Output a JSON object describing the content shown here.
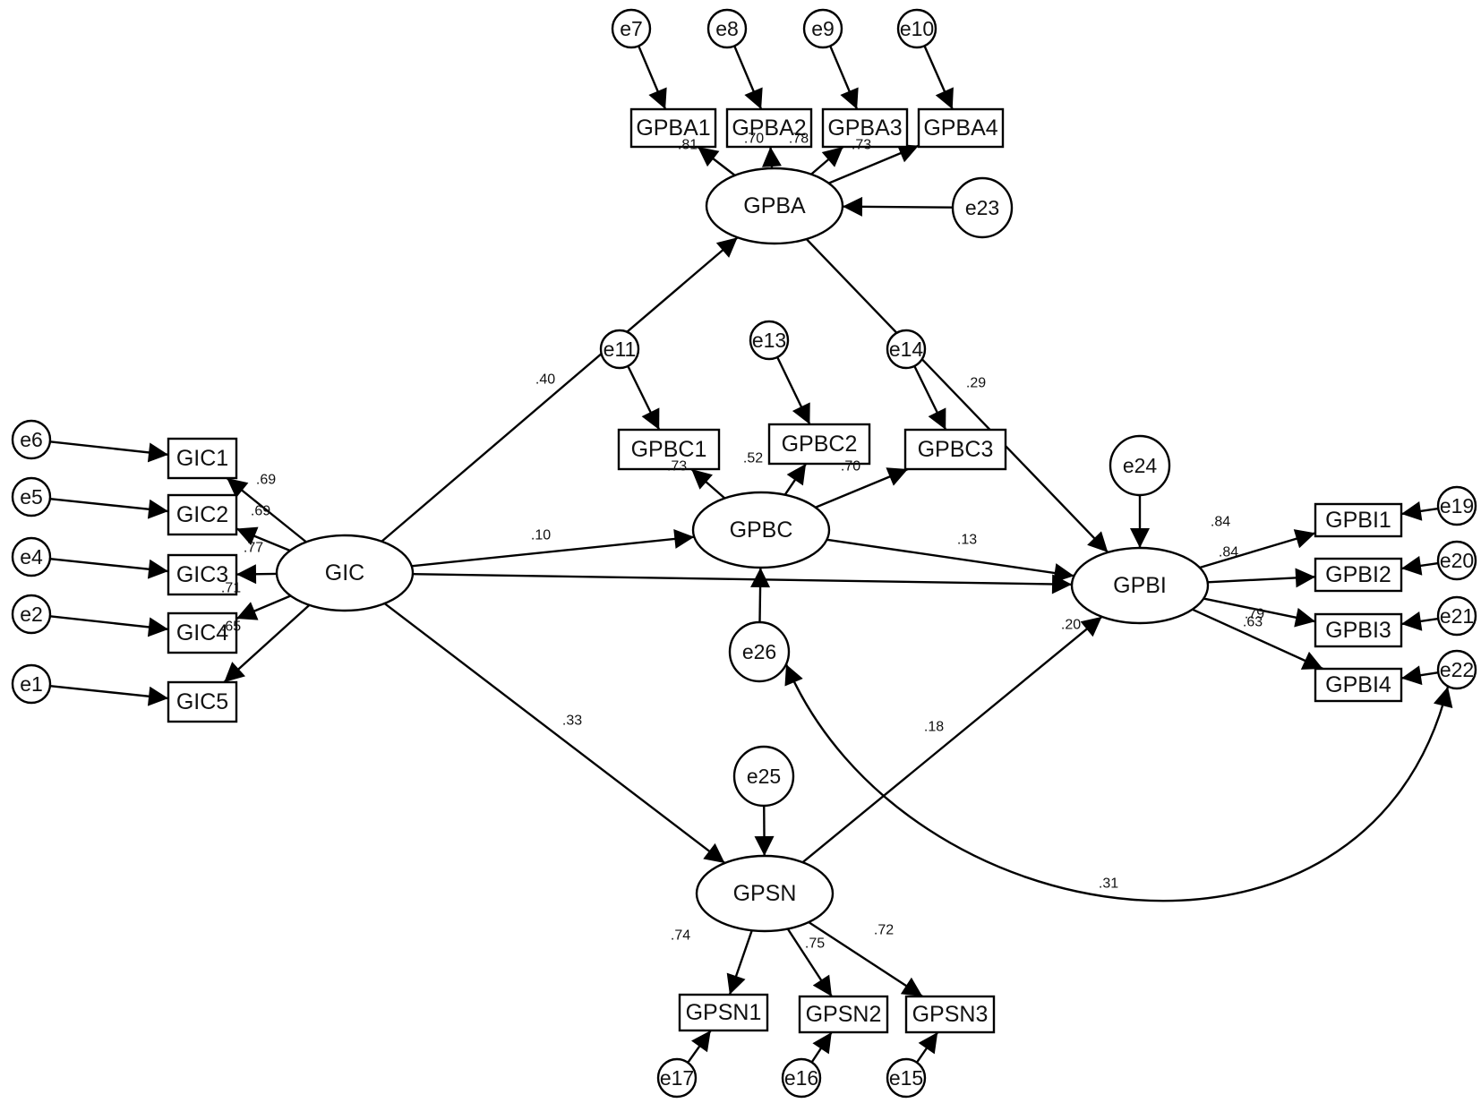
{
  "latent": {
    "GIC": "GIC",
    "GPBA": "GPBA",
    "GPBC": "GPBC",
    "GPSN": "GPSN",
    "GPBI": "GPBI"
  },
  "indicators": {
    "GIC1": "GIC1",
    "GIC2": "GIC2",
    "GIC3": "GIC3",
    "GIC4": "GIC4",
    "GIC5": "GIC5",
    "GPBA1": "GPBA1",
    "GPBA2": "GPBA2",
    "GPBA3": "GPBA3",
    "GPBA4": "GPBA4",
    "GPBC1": "GPBC1",
    "GPBC2": "GPBC2",
    "GPBC3": "GPBC3",
    "GPSN1": "GPSN1",
    "GPSN2": "GPSN2",
    "GPSN3": "GPSN3",
    "GPBI1": "GPBI1",
    "GPBI2": "GPBI2",
    "GPBI3": "GPBI3",
    "GPBI4": "GPBI4"
  },
  "errors": {
    "e1": "e1",
    "e2": "e2",
    "e4": "e4",
    "e5": "e5",
    "e6": "e6",
    "e7": "e7",
    "e8": "e8",
    "e9": "e9",
    "e10": "e10",
    "e11": "e11",
    "e13": "e13",
    "e14": "e14",
    "e15": "e15",
    "e16": "e16",
    "e17": "e17",
    "e19": "e19",
    "e20": "e20",
    "e21": "e21",
    "e22": "e22",
    "e23": "e23",
    "e24": "e24",
    "e25": "e25",
    "e26": "e26"
  },
  "loadings": {
    "GIC1": ".69",
    "GIC2": ".69",
    "GIC3": ".77",
    "GIC4": ".71",
    "GIC5": ".65",
    "GPBA1": ".81",
    "GPBA2": ".70",
    "GPBA3": ".78",
    "GPBA4": ".73",
    "GPBC1": ".73",
    "GPBC2": ".52",
    "GPBC3": ".70",
    "GPSN1": ".74",
    "GPSN2": ".75",
    "GPSN3": ".72",
    "GPBI1": ".84",
    "GPBI2": ".84",
    "GPBI3": ".79",
    "GPBI4": ".63"
  },
  "paths": {
    "GIC_GPBA": ".40",
    "GIC_GPBC": ".10",
    "GIC_GPSN": ".33",
    "GIC_GPBI": ".20",
    "GPBA_GPBI": ".29",
    "GPBC_GPBI": ".13",
    "GPSN_GPBI": ".18",
    "e26_e22": ".31"
  }
}
